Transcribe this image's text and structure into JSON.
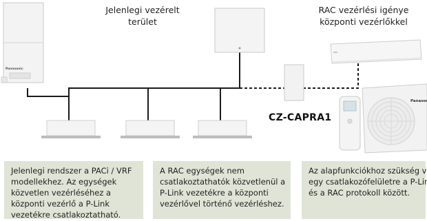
{
  "labels": {
    "current_area_line1": "Jelenlegi vezérelt",
    "current_area_line2": "terület",
    "rac_need_line1": "RAC vezérlési igénye",
    "rac_need_line2": "központi vezérlőkkel",
    "adapter_model": "CZ-CAPRA1",
    "brand_text": "Panasonic"
  },
  "info_boxes": [
    {
      "lines": [
        "Jelenlegi rendszer a PACi / VRF",
        "modellekhez. Az egységek",
        "közvetlen vezérléséhez a",
        "központi vezérlő a P-Link",
        "vezetékre csatlakoztatható."
      ]
    },
    {
      "lines": [
        "A RAC egységek nem",
        "csatlakoztathatók közvetlenül a",
        "P-Link vezetékre a központi",
        "vezérlővel történő vezérléshez."
      ]
    },
    {
      "lines": [
        "Az alapfunkciókhoz szükség van",
        "egy csatlakozófelületre a P-Link",
        "és a RAC protokoll között."
      ]
    }
  ],
  "colors": {
    "box_bg": "#dfe4d6",
    "line": "#1a1a1a",
    "unit_fill": "#f2f2f2",
    "unit_stroke": "#c8c8c8"
  }
}
